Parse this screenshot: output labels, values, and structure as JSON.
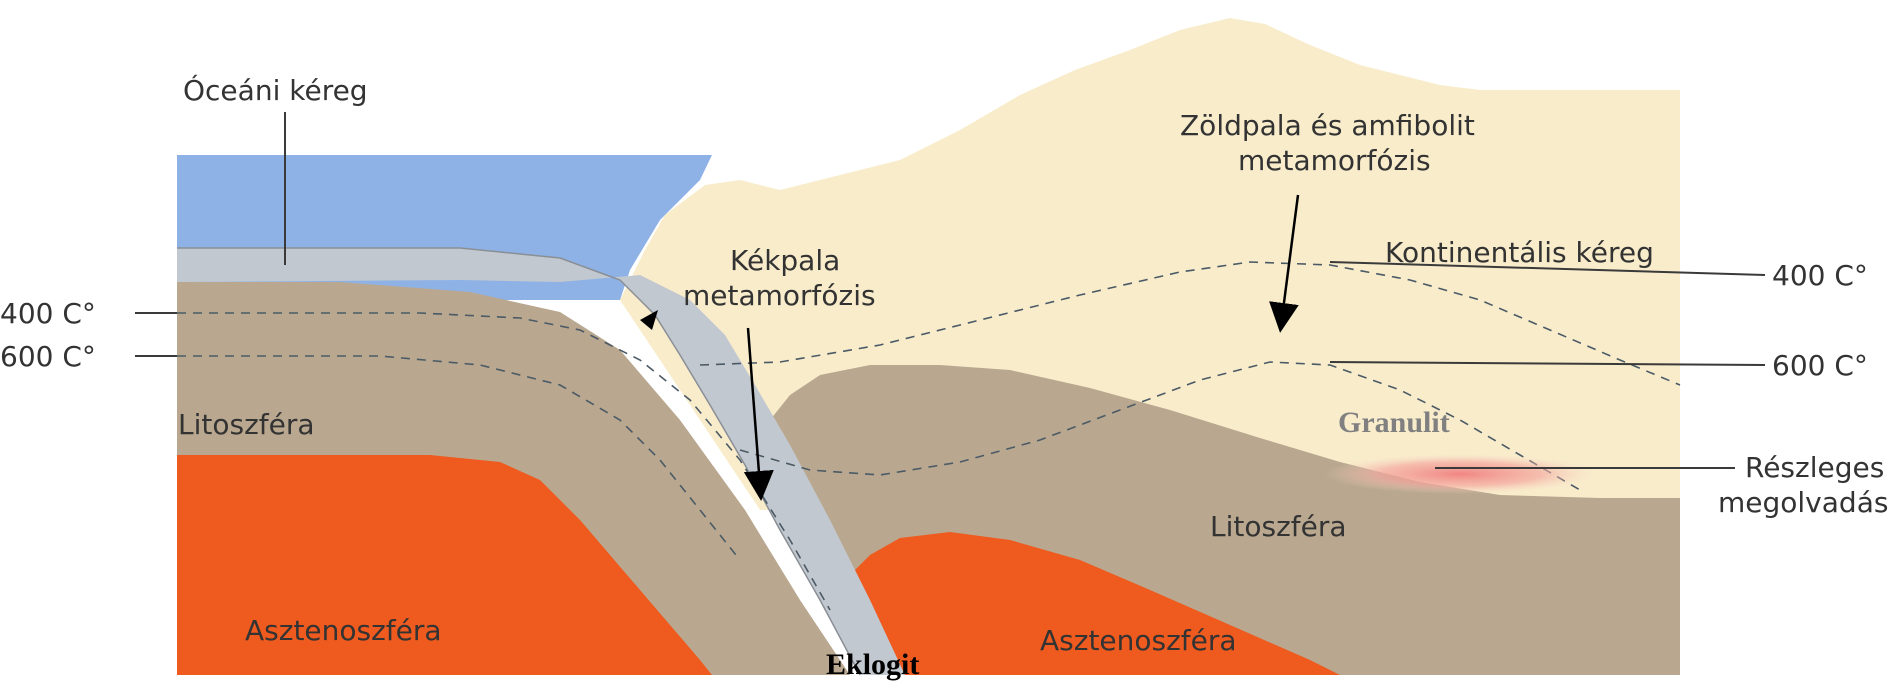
{
  "diagram": {
    "labels": {
      "oceanic_crust": "Óceáni kéreg",
      "greenschist_line1": "Zöldpala és amfibolit",
      "greenschist_line2": "metamorfózis",
      "continental_crust": "Kontinentális kéreg",
      "blueschist_line1": "Kékpala",
      "blueschist_line2": "metamorfózis",
      "iso400_left": "400 C°",
      "iso600_left": "600 C°",
      "iso400_right": "400 C°",
      "iso600_right": "600 C°",
      "lithosphere_left": "Litoszféra",
      "lithosphere_right": "Litoszféra",
      "granulite": "Granulit",
      "partial_melt_line1": "Részleges",
      "partial_melt_line2": "megolvadás",
      "asthenosphere_left": "Asztenoszféra",
      "asthenosphere_right": "Asztenoszféra",
      "eclogite": "Eklogit"
    },
    "colors": {
      "ocean": "#8fb2e6",
      "continental_crust": "#f8eccb",
      "oceanic_crust": "#c2c8cf",
      "lithosphere": "#b9a88f",
      "asthenosphere": "#ef5a1f",
      "partial_melt": "#f0a0a0",
      "granulite_text": "#808080",
      "eclogite_text": "#000000"
    }
  }
}
